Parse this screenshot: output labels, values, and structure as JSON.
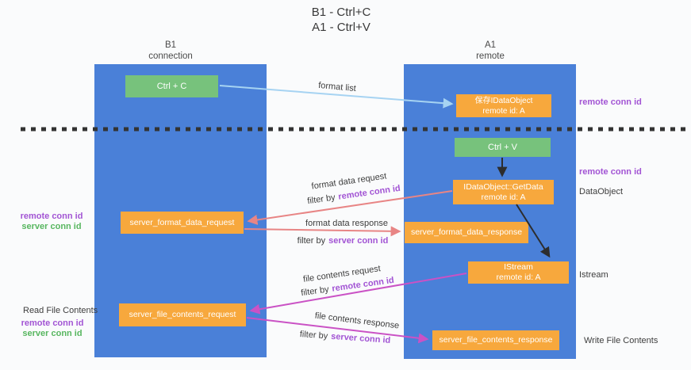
{
  "title": {
    "line1": "B1 - Ctrl+C",
    "line2": "A1 - Ctrl+V"
  },
  "lanes": {
    "left": {
      "name": "B1",
      "subtitle": "connection"
    },
    "right": {
      "name": "A1",
      "subtitle": "remote"
    }
  },
  "nodes": {
    "ctrl_c": {
      "label": "Ctrl + C"
    },
    "ctrl_v": {
      "label": "Ctrl + V"
    },
    "save_dataobject": {
      "line1": "保存IDataObject",
      "line2": "remote id: A"
    },
    "getdata": {
      "line1": "IDataObject::GetData",
      "line2": "remote id: A"
    },
    "istream": {
      "line1": "IStream",
      "line2": "remote id: A"
    },
    "server_format_data_request": {
      "label": "server_format_data_request"
    },
    "server_format_data_response": {
      "label": "server_format_data_response"
    },
    "server_file_contents_request": {
      "label": "server_file_contents_request"
    },
    "server_file_contents_response": {
      "label": "server_file_contents_response"
    }
  },
  "annotations": {
    "right_remote_conn_id_top": "remote conn id",
    "right_remote_conn_id_mid": "remote conn id",
    "right_dataobject": "DataObject",
    "right_istream": "Istream",
    "right_write_file_contents": "Write File Contents",
    "left_remote_conn_id_top": "remote conn id",
    "left_server_conn_id_top": "server conn id",
    "left_read_file_contents": "Read File Contents",
    "left_remote_conn_id_bottom": "remote conn id",
    "left_server_conn_id_bottom": "server conn id"
  },
  "flow_labels": {
    "format_list": "format list",
    "format_data_request": "format data request",
    "format_data_response": "format data response",
    "file_contents_request": "file contents request",
    "file_contents_response": "file contents response",
    "filter_by": "filter by",
    "remote_conn_id": "remote conn id",
    "server_conn_id": "server conn id"
  },
  "colors": {
    "lane_blue": "#4a80d8",
    "node_green": "#77c27c",
    "node_orange": "#f7a83d",
    "arrow_light_blue": "#a6d3f2",
    "arrow_salmon": "#e88585",
    "arrow_magenta": "#ca52c5",
    "arrow_black": "#2d2d2d",
    "dashed_divider": "#333333",
    "text_purple": "#a254d4",
    "text_green": "#57b65f",
    "text_dark": "#3d3d3d"
  }
}
